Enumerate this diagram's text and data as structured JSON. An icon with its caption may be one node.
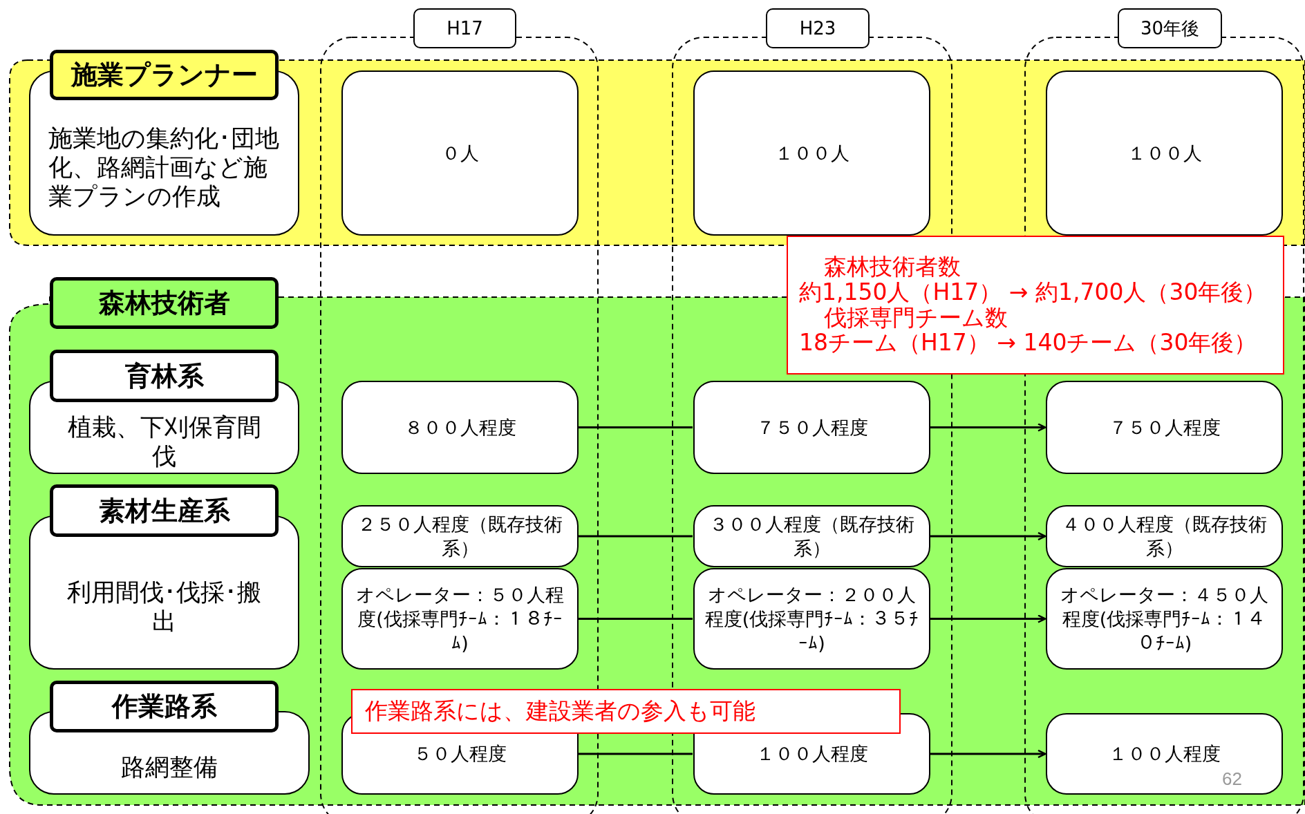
{
  "diagram": {
    "nodes": [
      {
        "text": [
          "H17"
        ]
      },
      {
        "text": [
          "H23"
        ]
      },
      {
        "text": [
          "30年後"
        ]
      },
      {
        "text": [
          "施業プランナー"
        ]
      },
      {
        "text": [
          "施業地の集約化･団地化、路網計画など施業プランの作成"
        ]
      },
      {
        "text": [
          "０人"
        ]
      },
      {
        "text": [
          "１００人"
        ]
      },
      {
        "text": [
          "１００人"
        ]
      },
      {
        "text": [
          "森林技術者"
        ]
      },
      {
        "text": [
          "育林系"
        ]
      },
      {
        "text": [
          "植栽、下刈保育間伐"
        ]
      },
      {
        "text": [
          "８００人程度"
        ]
      },
      {
        "text": [
          "７５０人程度"
        ]
      },
      {
        "text": [
          "７５０人程度"
        ]
      },
      {
        "text": [
          "素材生産系"
        ]
      },
      {
        "text": [
          "利用間伐･伐採･搬出"
        ]
      },
      {
        "text": [
          "２５０人程度（既存技術系）"
        ]
      },
      {
        "text": [
          "３００人程度（既存技術系）"
        ]
      },
      {
        "text": [
          "４００人程度（既存技術系）"
        ]
      },
      {
        "text": [
          "オペレーター：５０人程度(伐採専門ﾁｰﾑ：１８ﾁｰﾑ)"
        ]
      },
      {
        "text": [
          "オペレーター：２００人程度(伐採専門ﾁｰﾑ：３５ﾁｰﾑ)"
        ]
      },
      {
        "text": [
          "オペレーター：４５０人程度(伐採専門ﾁｰﾑ：１４０ﾁｰﾑ)"
        ]
      },
      {
        "text": [
          "作業路系"
        ]
      },
      {
        "text": [
          "路網整備"
        ]
      },
      {
        "text": [
          "５０人程度"
        ]
      },
      {
        "text": [
          "１００人程度"
        ]
      },
      {
        "text": [
          "１００人程度"
        ]
      },
      {
        "text": [
          "森林技術者数",
          "約1,150人（H17） → 約1,700人（30年後）",
          "伐採専門チーム数",
          "18チーム（H17） → 140チーム（30年後）"
        ]
      },
      {
        "text": [
          "作業路系には、建設業者の参入も可能"
        ]
      }
    ],
    "edges": [
      {
        "from": 11,
        "to": 12,
        "arrow": "none"
      },
      {
        "from": 12,
        "to": 13,
        "arrow": "to"
      },
      {
        "from": 16,
        "to": 17,
        "arrow": "none"
      },
      {
        "from": 17,
        "to": 18,
        "arrow": "to"
      },
      {
        "from": 19,
        "to": 20,
        "arrow": "none"
      },
      {
        "from": 20,
        "to": 21,
        "arrow": "to"
      },
      {
        "from": 24,
        "to": 25,
        "arrow": "none"
      },
      {
        "from": 25,
        "to": 26,
        "arrow": "to"
      }
    ],
    "labels": [
      "62"
    ]
  }
}
